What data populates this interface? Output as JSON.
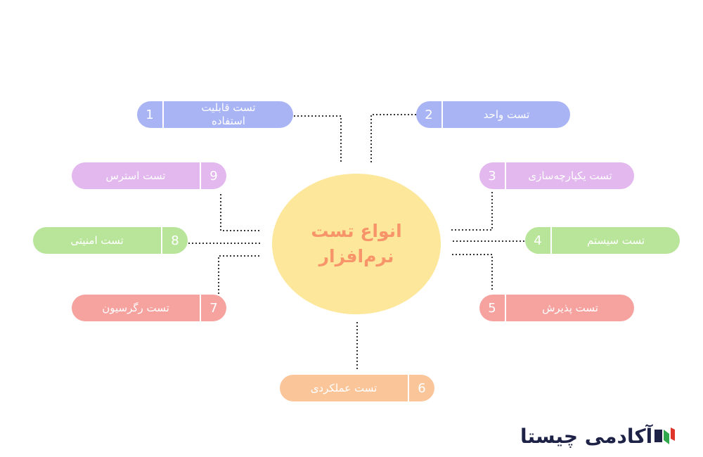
{
  "center": {
    "line1": "انواع تست",
    "line2": "نرم‌افزار"
  },
  "items": [
    {
      "num": "1",
      "line1": "تست قابلیت",
      "line2": "استفاده",
      "color": "#a9b4f5"
    },
    {
      "num": "2",
      "line1": "تست واحد",
      "line2": "",
      "color": "#a9b4f5"
    },
    {
      "num": "3",
      "line1": "تست یکپارچه‌سازی",
      "line2": "",
      "color": "#e2b8ee"
    },
    {
      "num": "4",
      "line1": "تست سیستم",
      "line2": "",
      "color": "#b9e59a"
    },
    {
      "num": "5",
      "line1": "تست پذیرش",
      "line2": "",
      "color": "#f6a3a0"
    },
    {
      "num": "6",
      "line1": "تست عملکردی",
      "line2": "",
      "color": "#fbc59a"
    },
    {
      "num": "7",
      "line1": "تست رگرسیون",
      "line2": "",
      "color": "#f6a3a0"
    },
    {
      "num": "8",
      "line1": "تست امنیتی",
      "line2": "",
      "color": "#b9e59a"
    },
    {
      "num": "9",
      "line1": "تست استرس",
      "line2": "",
      "color": "#e2b8ee"
    }
  ],
  "logo": {
    "text": "آکادمی چیستا"
  }
}
